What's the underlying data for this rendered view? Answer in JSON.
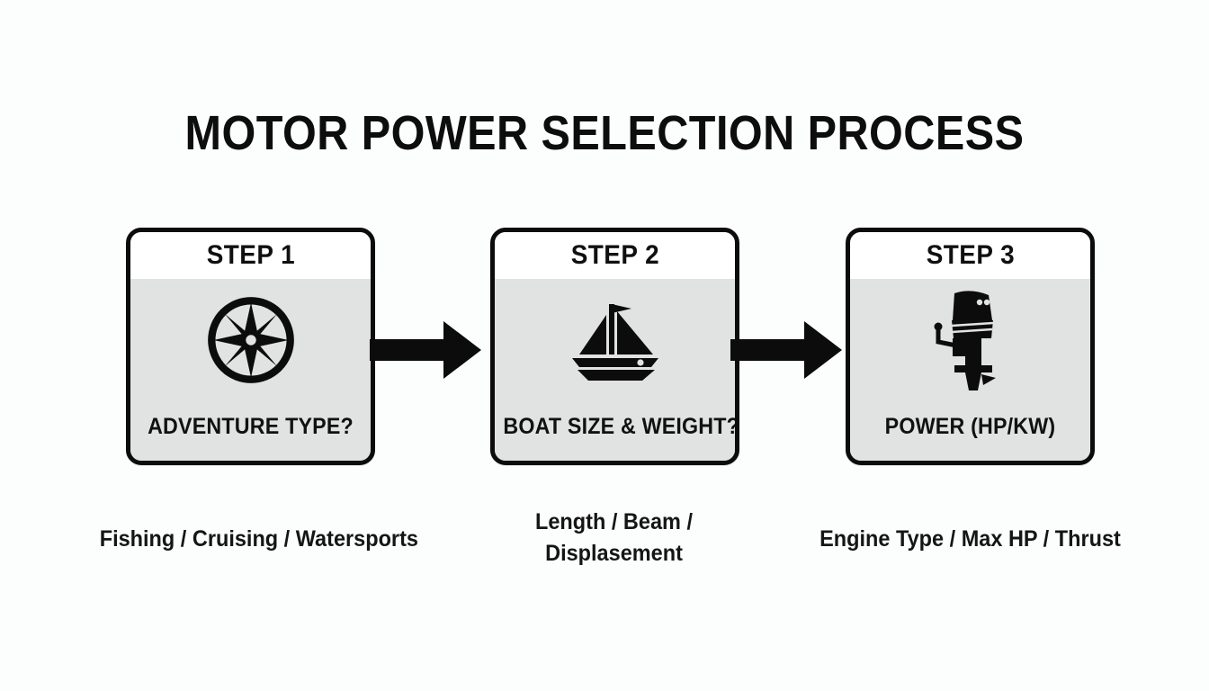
{
  "page": {
    "title": "MOTOR POWER SELECTION PROCESS",
    "background_color": "#fcfdfd",
    "ink_color": "#0d0d0d",
    "box_fill_color": "#e1e2e2",
    "box_header_color": "#ffffff"
  },
  "steps": [
    {
      "header": "STEP 1",
      "caption": "ADVENTURE TYPE?",
      "icon": "compass-rose-icon",
      "footnote_lines": [
        "Fishing / Cruising / Watersports"
      ]
    },
    {
      "header": "STEP 2",
      "caption": "BOAT SIZE & WEIGHT?",
      "icon": "sailboat-icon",
      "footnote_lines": [
        "Length / Beam /",
        "Displasement"
      ]
    },
    {
      "header": "STEP 3",
      "caption": "POWER (HP/KW)",
      "icon": "outboard-motor-icon",
      "footnote_lines": [
        "Engine Type / Max HP / Thrust"
      ]
    }
  ],
  "arrows": [
    {
      "name": "arrow-step1-to-step2",
      "direction": "right"
    },
    {
      "name": "arrow-step2-to-step3",
      "direction": "right"
    }
  ]
}
